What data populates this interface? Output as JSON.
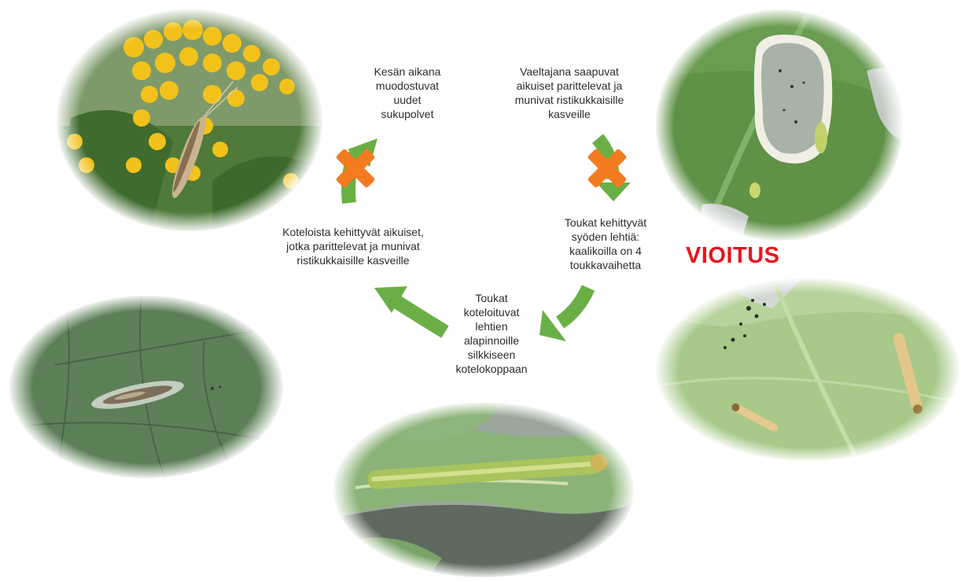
{
  "stages": {
    "summer": [
      "Kesän aikana",
      "muodostuvat",
      "uudet",
      "sukupolvet"
    ],
    "migrants": [
      "Vaeltajana saapuvat",
      "aikuiset parittelevat ja",
      "munivat ristikukkaisille",
      "kasveille"
    ],
    "larvae": [
      "Toukat kehittyvät",
      "syöden lehtiä:",
      "kaalikoilla on 4",
      "toukkavaihetta"
    ],
    "pupation": [
      "Toukat",
      "koteloituvat",
      "lehtien",
      "alapinnoille",
      "silkkiseen",
      "kotelokoppaan"
    ],
    "adults": [
      "Koteloista kehittyvät aikuiset,",
      "jotka parittelevat ja munivat",
      "ristikukkaisille kasveille"
    ]
  },
  "highlight": "VIOITUS",
  "colors": {
    "arrow": "#6aaf45",
    "cross": "#f47b1f",
    "highlight": "#e8161c"
  }
}
